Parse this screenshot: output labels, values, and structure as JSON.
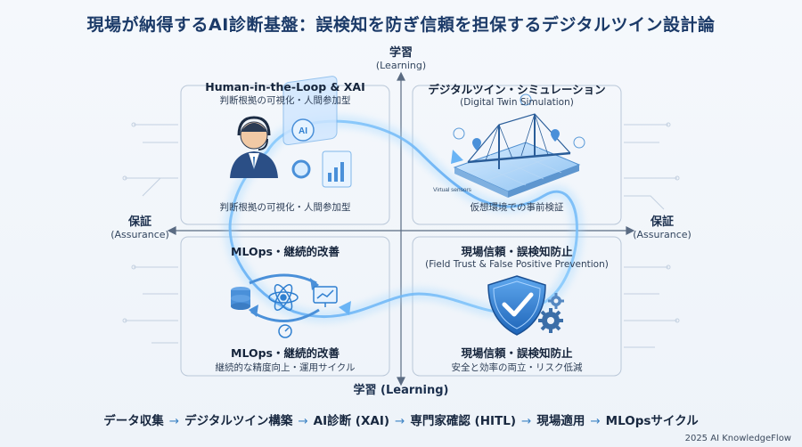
{
  "title": "現場が納得するAI診断基盤：誤検知を防ぎ信頼を担保するデジタルツイン設計論",
  "axes": {
    "top": {
      "jp": "学習",
      "en": "(Learning)"
    },
    "bottom": {
      "text": "学習 (Learning)"
    },
    "left": {
      "jp": "保証",
      "en": "(Assurance)"
    },
    "right": {
      "jp": "保証",
      "en": "(Assurance)"
    }
  },
  "quadrants": {
    "top_left": {
      "title": "Human-in-the-Loop & XAI",
      "subtitle": "判断根拠の可視化・人間参加型",
      "caption": "判断根拠の可視化・人間参加型",
      "icon_text": "AI"
    },
    "top_right": {
      "title": "デジタルツイン・シミュレーション",
      "subtitle": "(Digital Twin Simulation)",
      "caption": "仮想環境での事前検証",
      "sensor_label": "Virtual sensors"
    },
    "bottom_left": {
      "title": "MLOps・継続的改善",
      "caption_title": "MLOps・継続的改善",
      "caption": "継続的な精度向上・運用サイクル"
    },
    "bottom_right": {
      "title": "現場信頼・誤検知防止",
      "subtitle": "(Field Trust & False Positive Prevention)",
      "caption_title": "現場信頼・誤検知防止",
      "caption": "安全と効率の両立・リスク低減"
    }
  },
  "flow": [
    "データ収集",
    "デジタルツイン構築",
    "AI診断 (XAI)",
    "専門家確認 (HITL)",
    "現場適用",
    "MLOpsサイクル"
  ],
  "flow_arrow": "→",
  "footer": "2025 AI KnowledgeFlow",
  "colors": {
    "accent": "#3b82c4",
    "title": "#1b3a68",
    "glow": "#7fc4ff",
    "shield": "#2f7fd0"
  }
}
